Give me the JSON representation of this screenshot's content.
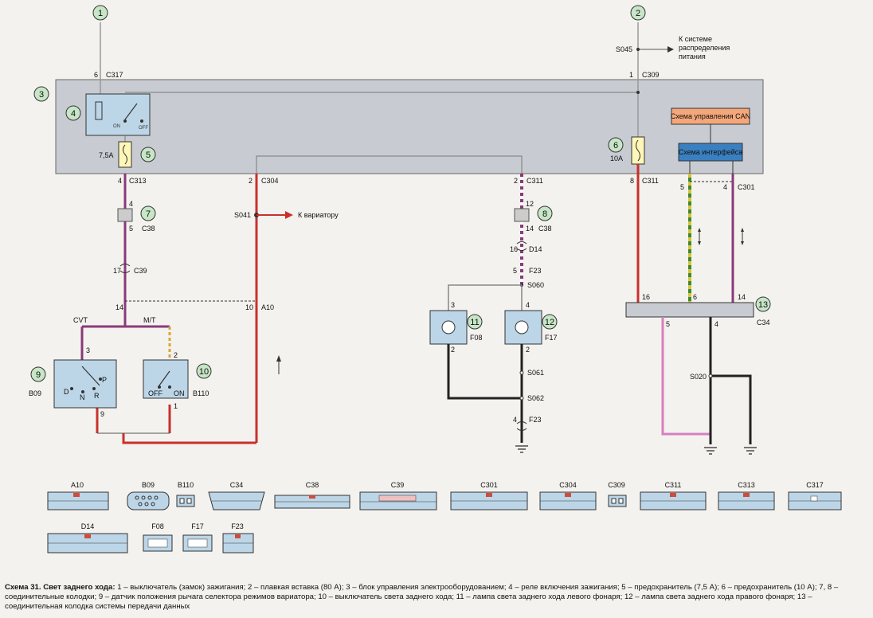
{
  "callouts": [
    "1",
    "2",
    "3",
    "4",
    "5",
    "6",
    "7",
    "8",
    "9",
    "10",
    "11",
    "12",
    "13"
  ],
  "labels": {
    "c317_pin": "6",
    "c317": "C317",
    "c309_pin": "1",
    "c309": "C309",
    "s045": "S045",
    "to_power_dist": [
      "К системе",
      "распределения",
      "питания"
    ],
    "on": "ON",
    "off": "OFF",
    "fuse5_rating": "7,5A",
    "fuse6_rating": "10A",
    "can_block": "Схема управления CAN",
    "iface_block": "Схема интерфейса",
    "c313_pin": "4",
    "c313": "C313",
    "c304_pin": "2",
    "c304": "C304",
    "c311a_pin": "2",
    "c311a": "C311",
    "c311b_pin": "8",
    "c311b": "C311",
    "c301_pin5": "5",
    "c301_pin4": "4",
    "c301": "C301",
    "s041": "S041",
    "to_cvt": "К вариатору",
    "c38_left_top": "4",
    "c38_left_bottom": "5",
    "c38_left": "C38",
    "c38_right_top": "12",
    "c38_right_bottom": "14",
    "c38_right": "C38",
    "c39_pin": "17",
    "c39": "C39",
    "d14_pin": "16",
    "d14": "D14",
    "f23_top_pin": "5",
    "f23_top": "F23",
    "s060": "S060",
    "a10_pin14": "14",
    "a10_pin10": "10",
    "a10": "A10",
    "cvt": "CVT",
    "mt": "M/T",
    "b09_pin3": "3",
    "b09_pin9": "9",
    "b09": "B09",
    "b09_p": "P",
    "b09_d": "D",
    "b09_n": "N",
    "b09_r": "R",
    "b110_pin2": "2",
    "b110_pin1": "1",
    "b110": "B110",
    "b110_off": "OFF",
    "b110_on": "ON",
    "f08_pin3": "3",
    "f08_pin2": "2",
    "f08": "F08",
    "f17_pin4": "4",
    "f17_pin2": "2",
    "f17": "F17",
    "s061": "S061",
    "s062": "S062",
    "f23_bot_pin": "4",
    "f23_bot": "F23",
    "c34_pin16": "16",
    "c34_pin6": "6",
    "c34_pin14": "14",
    "c34": "C34",
    "c34_pin5": "5",
    "c34_pin4": "4",
    "s020": "S020"
  },
  "connectors": [
    "A10",
    "B09",
    "B110",
    "C34",
    "C38",
    "C39",
    "C301",
    "C304",
    "C309",
    "C311",
    "C313",
    "C317",
    "D14",
    "F08",
    "F17",
    "F23"
  ],
  "wire_colors": {
    "violet": "#8a3a7a",
    "red": "#c9302c",
    "pink": "#d77fc0",
    "black": "#222222",
    "yellow": "#d8c23a",
    "green": "#3a8a3a",
    "white": "#ffffff",
    "lightblue": "#bcd6e8",
    "box": "#c8ccd2"
  },
  "caption": {
    "title": "Схема 31. Свет заднего хода:",
    "text": " 1 – выключатель (замок) зажигания; 2 – плавкая вставка (80 А); 3 – блок управления электрооборудованием; 4 – реле включения зажигания; 5 – предохранитель (7,5 А); 6 – предохранитель (10 А); 7, 8 – соединительные колодки; 9 – датчик положения рычага селектора режимов вариатора; 10 – выключатель света заднего хода; 11 – лампа света заднего хода левого фонаря; 12 – лампа света заднего хода правого фонаря; 13 – соединительная колодка системы передачи данных"
  }
}
